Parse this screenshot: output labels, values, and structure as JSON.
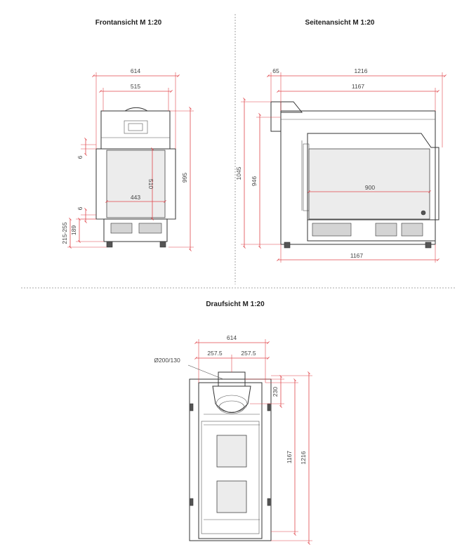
{
  "views": {
    "front": {
      "title": "Frontansicht M 1:20",
      "dims": {
        "overall_width": "614",
        "inner_width": "515",
        "opening_height": "510",
        "opening_width": "443",
        "total_height": "995",
        "top_offset": "6",
        "bottom_offset": "6",
        "base_height": "189",
        "foot_adjust": "215-255"
      }
    },
    "side": {
      "title": "Seitenansicht M 1:20",
      "dims": {
        "overhang": "65",
        "overall_depth": "1216",
        "body_depth": "1167",
        "total_height": "1045",
        "body_height": "946",
        "glass_width": "900",
        "bottom_depth": "1167"
      }
    },
    "top": {
      "title": "Draufsicht M 1:20",
      "dims": {
        "overall_width": "614",
        "flue": "Ø200/130",
        "half_left": "257.5",
        "half_right": "257.5",
        "flue_offset": "230",
        "body_depth": "1167",
        "overall_depth": "1216"
      }
    }
  }
}
